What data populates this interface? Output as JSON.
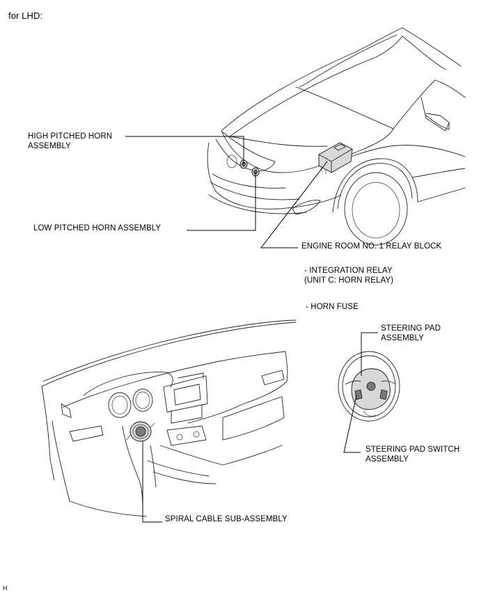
{
  "header": {
    "variant": "for LHD:"
  },
  "labels": {
    "high_horn_1": "HIGH PITCHED HORN",
    "high_horn_2": "ASSEMBLY",
    "low_horn": "LOW PITCHED HORN ASSEMBLY",
    "relay_block": "ENGINE ROOM NO. 1 RELAY BLOCK",
    "integration_relay_1": "- INTEGRATION RELAY",
    "integration_relay_2": "(UNIT C: HORN RELAY)",
    "horn_fuse": "- HORN FUSE",
    "steering_pad_1": "STEERING PAD",
    "steering_pad_2": "ASSEMBLY",
    "pad_switch_1": "STEERING PAD SWITCH",
    "pad_switch_2": "ASSEMBLY",
    "spiral_cable": "SPIRAL CABLE SUB-ASSEMBLY"
  },
  "footer": {
    "code": "H"
  }
}
